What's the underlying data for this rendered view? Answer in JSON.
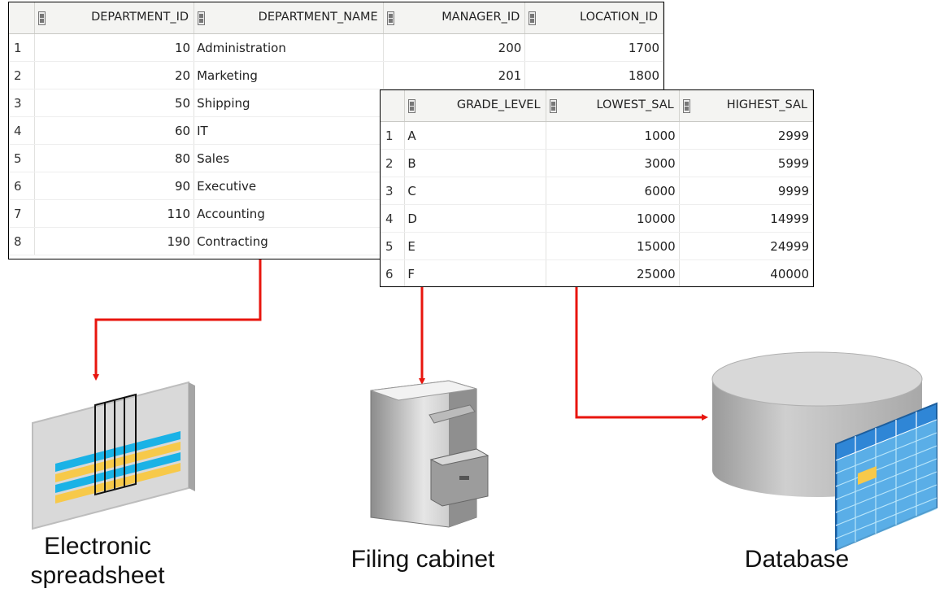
{
  "departments": {
    "columns": [
      "DEPARTMENT_ID",
      "DEPARTMENT_NAME",
      "MANAGER_ID",
      "LOCATION_ID"
    ],
    "rows": [
      {
        "n": "1",
        "id": "10",
        "name": "Administration",
        "mgr": "200",
        "loc": "1700"
      },
      {
        "n": "2",
        "id": "20",
        "name": "Marketing",
        "mgr": "201",
        "loc": "1800"
      },
      {
        "n": "3",
        "id": "50",
        "name": "Shipping",
        "mgr": "",
        "loc": ""
      },
      {
        "n": "4",
        "id": "60",
        "name": "IT",
        "mgr": "",
        "loc": ""
      },
      {
        "n": "5",
        "id": "80",
        "name": "Sales",
        "mgr": "",
        "loc": ""
      },
      {
        "n": "6",
        "id": "90",
        "name": "Executive",
        "mgr": "",
        "loc": ""
      },
      {
        "n": "7",
        "id": "110",
        "name": "Accounting",
        "mgr": "",
        "loc": ""
      },
      {
        "n": "8",
        "id": "190",
        "name": "Contracting",
        "mgr": "",
        "loc": ""
      }
    ]
  },
  "grades": {
    "columns": [
      "GRADE_LEVEL",
      "LOWEST_SAL",
      "HIGHEST_SAL"
    ],
    "rows": [
      {
        "n": "1",
        "grade": "A",
        "low": "1000",
        "high": "2999"
      },
      {
        "n": "2",
        "grade": "B",
        "low": "3000",
        "high": "5999"
      },
      {
        "n": "3",
        "grade": "C",
        "low": "6000",
        "high": "9999"
      },
      {
        "n": "4",
        "grade": "D",
        "low": "10000",
        "high": "14999"
      },
      {
        "n": "5",
        "grade": "E",
        "low": "15000",
        "high": "24999"
      },
      {
        "n": "6",
        "grade": "F",
        "low": "25000",
        "high": "40000"
      }
    ]
  },
  "labels": {
    "spreadsheet_line1": "Electronic",
    "spreadsheet_line2": "spreadsheet",
    "cabinet": "Filing cabinet",
    "database": "Database"
  },
  "icons": {
    "spreadsheet": "spreadsheet-icon",
    "cabinet": "filing-cabinet-icon",
    "database": "database-icon"
  },
  "colors": {
    "arrow": "#e8150e",
    "stripe_blue": "#1ab2e6",
    "stripe_yellow": "#f7c94a",
    "cylinder": "#c2c2c2",
    "grid_blue": "#2f86d6"
  }
}
